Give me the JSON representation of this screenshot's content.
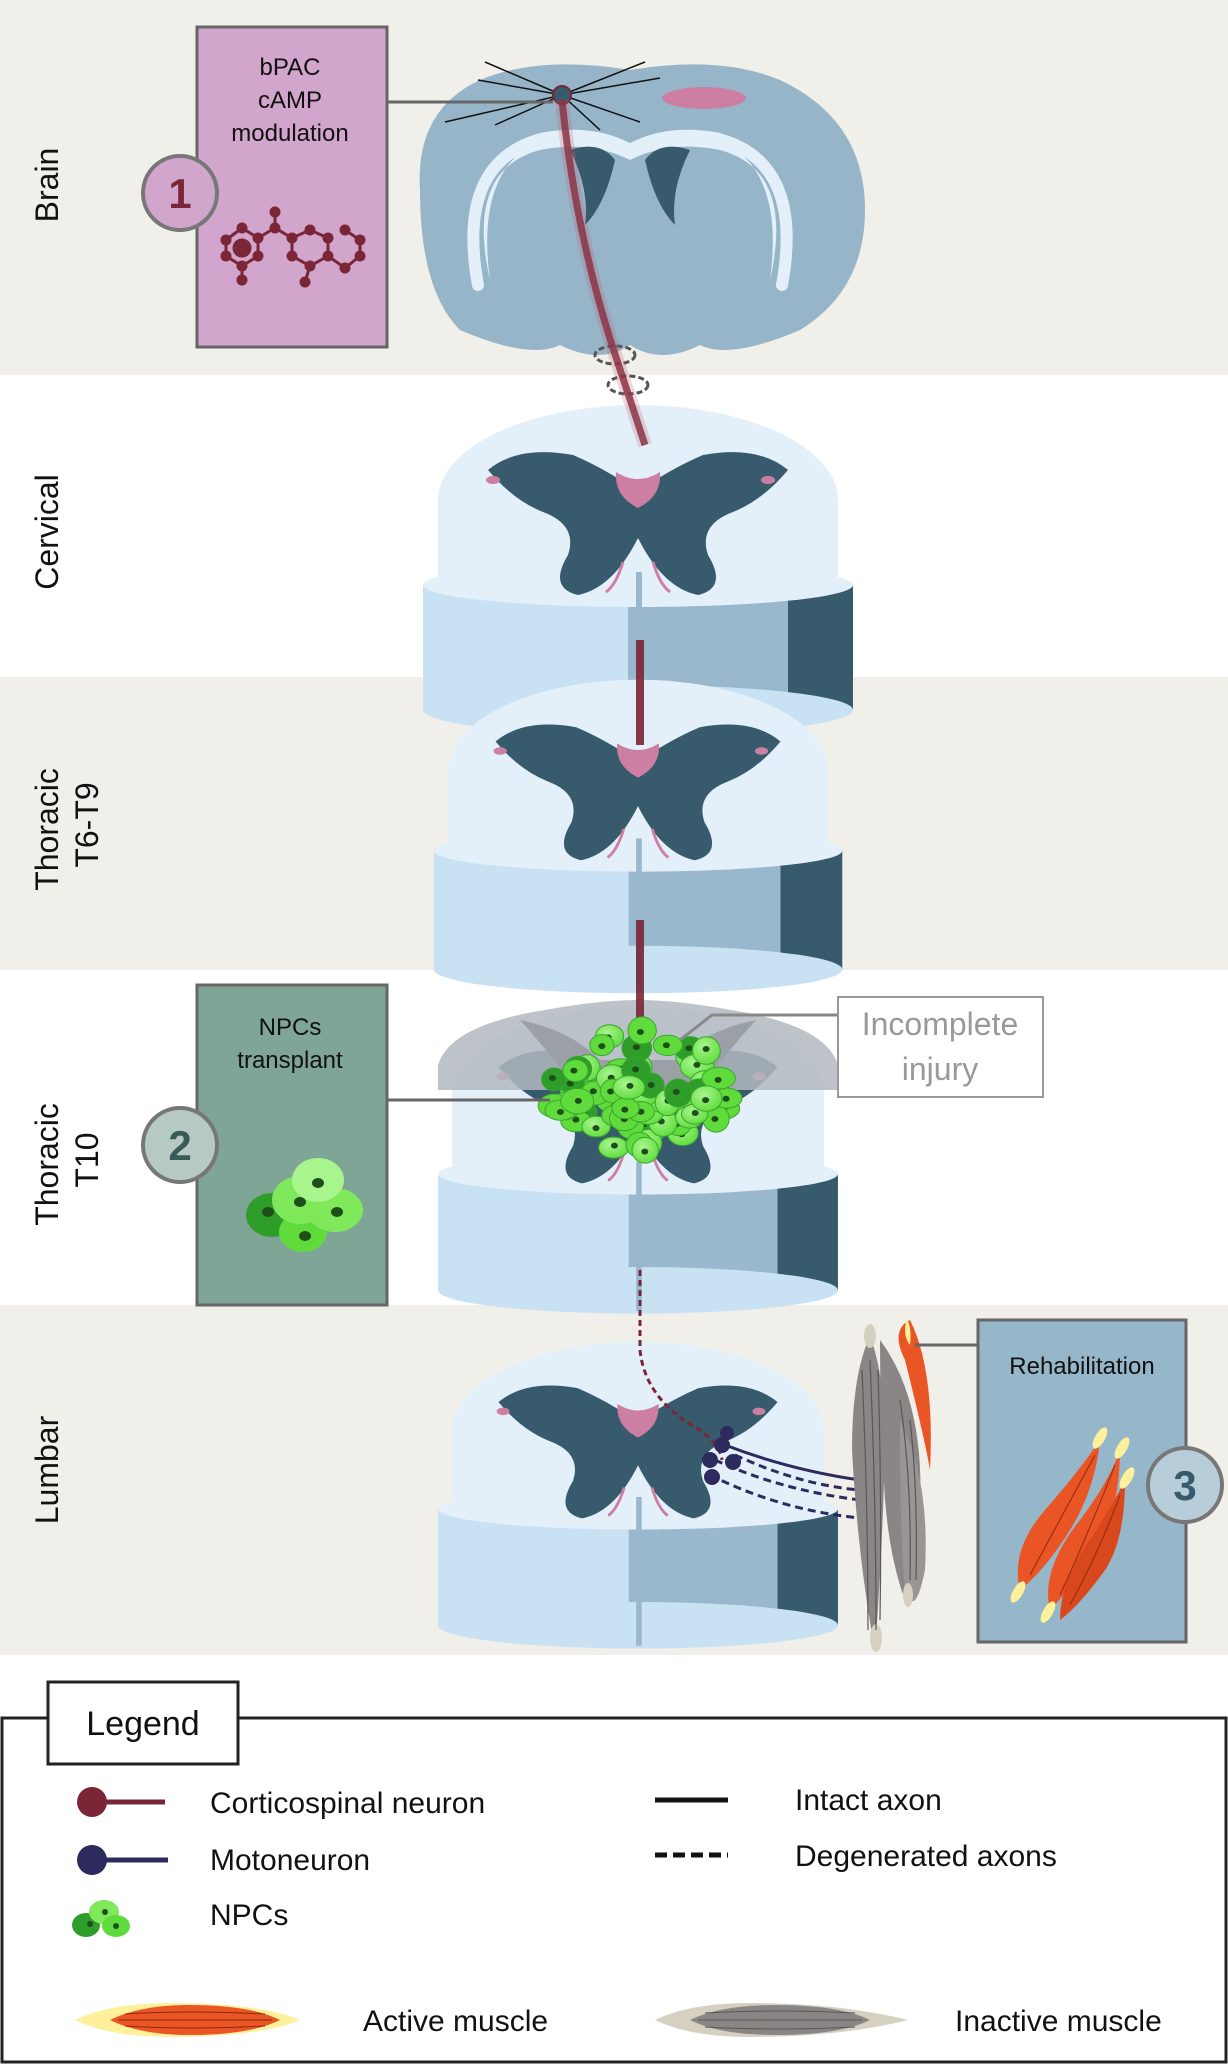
{
  "sections": {
    "brain": "Brain",
    "cervical": "Cervical",
    "thoracic_t6": [
      "Thoracic",
      "T6-T9"
    ],
    "thoracic_t10": [
      "Thoracic",
      "T10"
    ],
    "lumbar": "Lumbar"
  },
  "boxes": {
    "camp": {
      "number": "1",
      "lines": [
        "bPAC",
        "cAMP",
        "modulation"
      ]
    },
    "npc": {
      "number": "2",
      "lines": [
        "NPCs",
        "transplant"
      ]
    },
    "rehab": {
      "number": "3",
      "lines": [
        "Rehabilitation"
      ]
    }
  },
  "injury_label": [
    "Incomplete",
    "injury"
  ],
  "legend": {
    "title": "Legend",
    "corticospinal": "Corticospinal neuron",
    "motoneuron": "Motoneuron",
    "npcs": "NPCs",
    "intact_axon": "Intact axon",
    "degenerated_axons": "Degenerated axons",
    "active_muscle": "Active muscle",
    "inactive_muscle": "Inactive muscle"
  },
  "colors": {
    "section_bg": "#f0efea",
    "brain_tissue": "#97b5c8",
    "white_matter": "#e4f0f9",
    "grey_matter": "#375b6c",
    "side_light": "#c8e1f3",
    "side_mid": "#9ab8cd",
    "side_dark": "#375b6c",
    "axon": "#7a2636",
    "pink": "#cc7fa3",
    "camp_box": "#d2a5cd",
    "npc_box": "#7fa597",
    "rehab_box": "#96b6ca",
    "motoneuron": "#2d2b5e",
    "npc_light": "#7fe85b",
    "npc_dark": "#2f9d2a",
    "muscle_active": "#ea5526",
    "muscle_tip": "#fff19b",
    "muscle_inactive": "#8b8686",
    "muscle_inactive_tip": "#d5d0bf"
  }
}
